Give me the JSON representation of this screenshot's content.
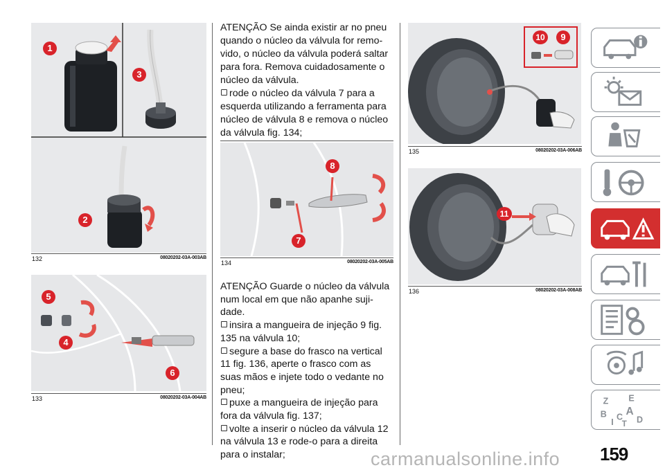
{
  "figures": [
    {
      "num": "132",
      "code": "08020202-03A-003AB"
    },
    {
      "num": "133",
      "code": "08020202-03A-004AB"
    },
    {
      "num": "134",
      "code": "08020202-03A-005AB"
    },
    {
      "num": "135",
      "code": "08020202-03A-006AB"
    },
    {
      "num": "136",
      "code": "08020202-03A-008AB"
    }
  ],
  "callouts": [
    "1",
    "3",
    "2",
    "5",
    "4",
    "6",
    "8",
    "7",
    "10",
    "9",
    "11"
  ],
  "col2": {
    "p1": "ATENÇÃO Se ainda existir ar no pneu quando o núcleo da válvula for remo-vido, o núcleo da válvula poderá saltar para fora. Remova cuidadosamente o núcleo da válvula.",
    "b1": "rode o núcleo da válvula 7 para a esquerda utilizando a ferramenta para núcleo de válvula 8 e remova o núcleo da válvula fig. 134;",
    "p2": "ATENÇÃO Guarde o núcleo da válvula num local em que não apanhe suji-dade.",
    "b2": "insira a mangueira de injeção 9 fig. 135 na válvula 10;",
    "b3": "segure a base do frasco na vertical 11 fig. 136, aperte o frasco com as suas mãos e injete todo o vedante no pneu;",
    "b4": "puxe a mangueira de injeção para fora da válvula fig. 137;",
    "b5": "volte a inserir o núcleo da válvula 12 na válvula 13 e rode-o para a direita para o instalar;"
  },
  "page_number": "159",
  "watermark": "carmanualsonline.info",
  "tab_icons": [
    "car-info-icon",
    "warning-lights-icon",
    "safety-icon",
    "steering-wheel-icon",
    "emergency-icon",
    "maintenance-icon",
    "technical-data-icon",
    "multimedia-icon",
    "index-icon"
  ],
  "index_letters": [
    "Z",
    "E",
    "B",
    "A",
    "I",
    "C",
    "T",
    "D"
  ],
  "colors": {
    "callout": "#d8232a",
    "arrow": "#e2504a",
    "active_tab": "#d32f2f"
  }
}
